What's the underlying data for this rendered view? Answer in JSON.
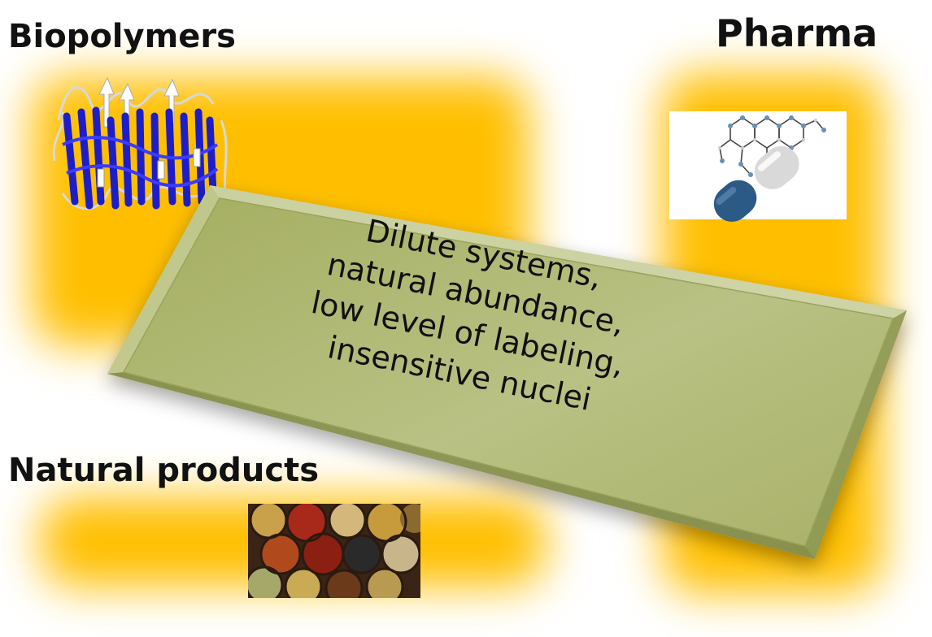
{
  "headings": {
    "biopolymers": "Biopolymers",
    "pharma": "Pharma",
    "natural_products": "Natural products"
  },
  "panel": {
    "lines": [
      "Dilute systems,",
      "natural abundance,",
      "low level of labeling,",
      "insensitive nuclei"
    ]
  },
  "images": {
    "biopolymer": "protein-ribbon-structure",
    "pharma": "drug-molecule-and-capsule",
    "natural_products": "spice-bowls-photo"
  },
  "colors": {
    "glow": "#ffbf00",
    "panel": "#a9b56a",
    "protein_strands": "#1e1ec8",
    "capsule": "#2b5a86"
  }
}
